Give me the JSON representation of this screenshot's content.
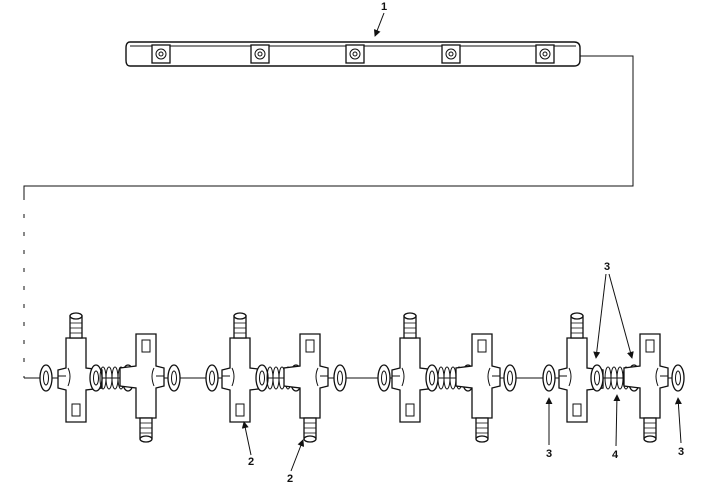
{
  "callouts": {
    "bracket": "1",
    "support_left": "2",
    "support_right": "2",
    "washer_left": "3",
    "washers_top": "3",
    "spring": "4",
    "washer_right": "3"
  },
  "assembly_groups": 4,
  "bolts_on_bracket": 5
}
